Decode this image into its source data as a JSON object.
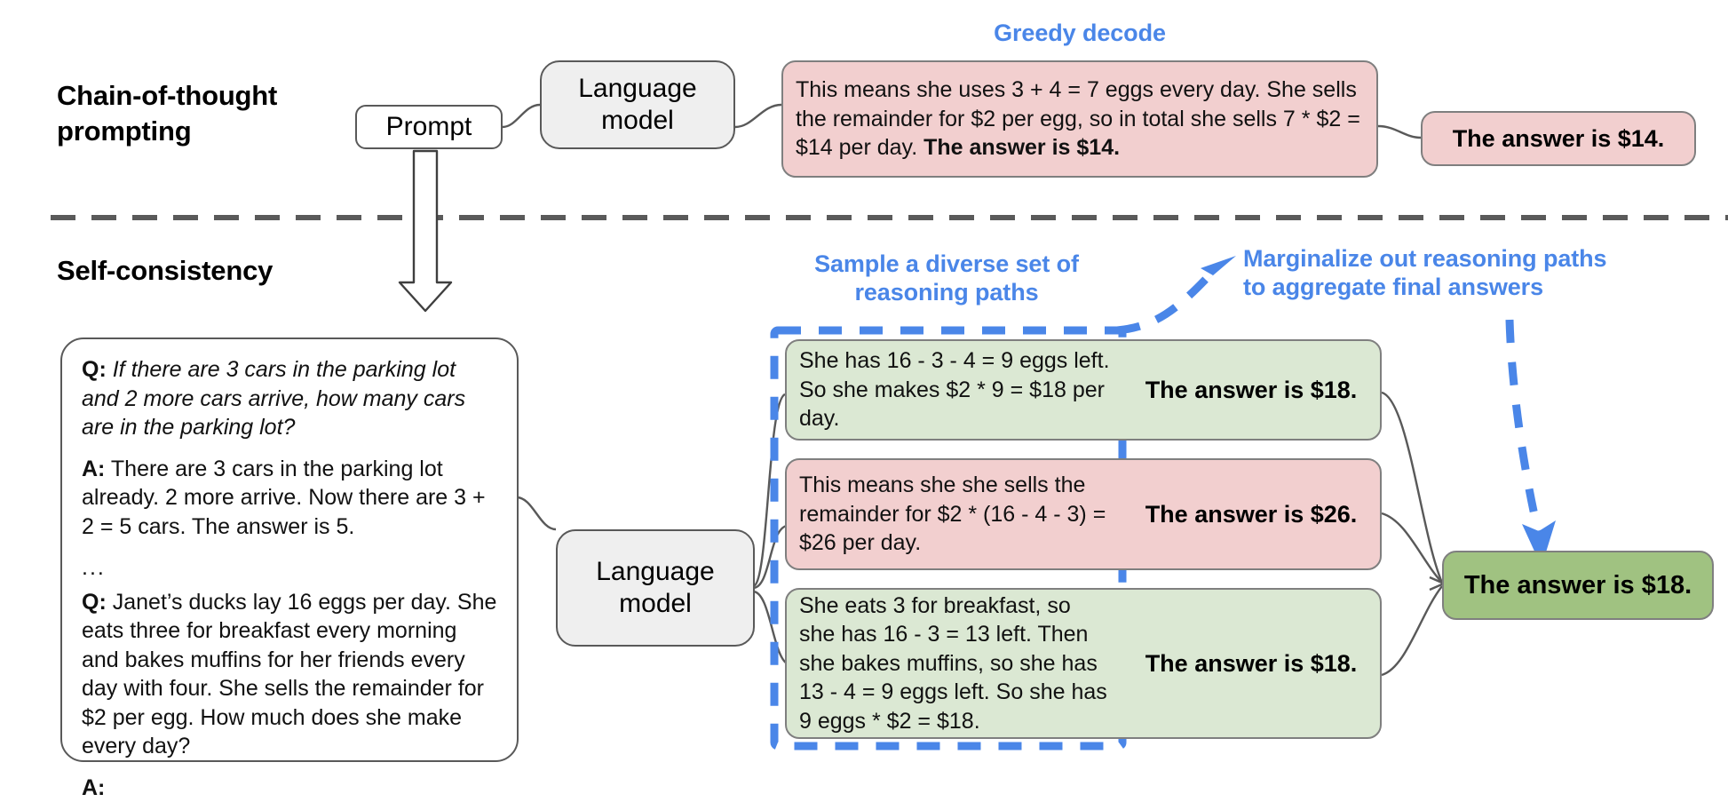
{
  "sections": {
    "cot": {
      "title": "Chain-of-thought\nprompting",
      "title_line1": "Chain-of-thought",
      "title_line2": "prompting",
      "caption": "Greedy decode",
      "prompt_node": "Prompt",
      "model_node_line1": "Language",
      "model_node_line2": "model",
      "output": {
        "body": "This means she uses 3 + 4 = 7 eggs every day. She sells the remainder for $2 per egg, so in total she sells 7 * $2 = $14 per day.",
        "bold_tail": "The answer is $14."
      },
      "final_answer": "The answer is $14."
    },
    "sc": {
      "title": "Self-consistency",
      "caption_sample_line1": "Sample a diverse set of",
      "caption_sample_line2": "reasoning paths",
      "caption_marginalize_line1": "Marginalize out reasoning paths",
      "caption_marginalize_line2": "to aggregate final answers",
      "model_node_line1": "Language",
      "model_node_line2": "model",
      "prompt_card": {
        "q1_label": "Q:",
        "q1_text": "If there are 3 cars in the parking lot and 2 more cars arrive, how many cars are in the parking lot?",
        "a1_label": "A:",
        "a1_text": "There are 3 cars in the parking lot already. 2 more arrive. Now there are 3 + 2 = 5 cars. The answer is 5.",
        "ellipsis": "...",
        "q2_label": "Q:",
        "q2_text": "Janet’s ducks lay 16 eggs per day. She eats three for breakfast every morning and bakes muffins for her friends every day with four. She sells the remainder for $2 per egg. How much does she make every day?",
        "a2_label": "A:"
      },
      "paths": [
        {
          "reasoning": "She has 16 - 3 - 4 = 9 eggs left. So she makes $2 * 9 = $18 per day.",
          "answer": "The answer is $18.",
          "color": "green"
        },
        {
          "reasoning": "This means she she sells the remainder for $2 * (16 - 4 - 3) = $26 per day.",
          "answer": "The answer is $26.",
          "color": "pink"
        },
        {
          "reasoning": "She eats 3 for breakfast, so she has 16 - 3 = 13 left. Then she bakes muffins, so she has 13 - 4 = 9 eggs left. So she has 9 eggs * $2 = $18.",
          "answer": "The answer is $18.",
          "color": "green"
        }
      ],
      "final_answer": "The answer is $18."
    }
  },
  "colors": {
    "accent_blue": "#4a86e8",
    "pink_fill": "#f2cfcf",
    "green_fill": "#dbe8d3",
    "dark_green_fill": "#a0c281",
    "grey_node_fill": "#efefef",
    "outline_grey": "#595959",
    "divider_grey": "#5a5a5a"
  }
}
